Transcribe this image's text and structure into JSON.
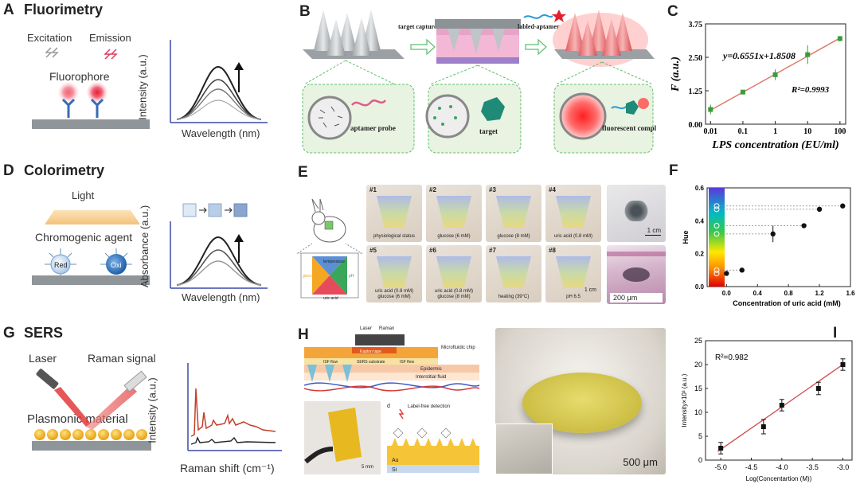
{
  "panels": {
    "A": {
      "letter": "A",
      "title": "Fluorimetry",
      "excitation": "Excitation",
      "emission": "Emission",
      "fluorophore": "Fluorophore",
      "ylabel": "Intensity (a.u.)",
      "xlabel": "Wavelength (nm)"
    },
    "B": {
      "letter": "B",
      "target_capture": "target capture",
      "labeled_aptamer": "labled-aptamer",
      "aptamer_probe": "aptamer probe",
      "target": "target",
      "fluorescent_complex": "fluorescent complex"
    },
    "C": {
      "letter": "C",
      "equation": "y=0.6551x+1.8508",
      "r2": "R²=0.9993",
      "xlabel": "LPS concentration (EU/ml)",
      "ylabel": "F (a.u.)",
      "xticks": [
        "0.01",
        "0.1",
        "1",
        "10",
        "100"
      ],
      "yticks": [
        "0.00",
        "1.25",
        "2.50",
        "3.75"
      ]
    },
    "D": {
      "letter": "D",
      "title": "Colorimetry",
      "light": "Light",
      "agent": "Chromogenic agent",
      "red": "Red",
      "oxi": "Oxi",
      "ylabel": "Absorbance (a.u.)",
      "xlabel": "Wavelength (nm)"
    },
    "E": {
      "letter": "E",
      "diagram": {
        "temperature": "temperature",
        "glucose": "glucose",
        "ph": "pH",
        "uric": "uric acid"
      },
      "tiles": [
        {
          "num": "#1",
          "cap1": "physiological status",
          "cap2": ""
        },
        {
          "num": "#2",
          "cap1": "glucose (6 mM)",
          "cap2": ""
        },
        {
          "num": "#3",
          "cap1": "glucose (8 mM)",
          "cap2": ""
        },
        {
          "num": "#4",
          "cap1": "uric acid (0.8 mM)",
          "cap2": ""
        },
        {
          "num": "#5",
          "cap1": "uric acid (0.8 mM)",
          "cap2": "glucose (6 mM)"
        },
        {
          "num": "#6",
          "cap1": "uric acid (0.8 mM)",
          "cap2": "glucose (8 mM)"
        },
        {
          "num": "#7",
          "cap1": "heating (39°C)",
          "cap2": ""
        },
        {
          "num": "#8",
          "cap1": "pH 6.5",
          "cap2": ""
        }
      ],
      "scale_1cm_a": "1 cm",
      "scale_1cm_b": "1 cm",
      "scale_200um": "200 μm"
    },
    "F": {
      "letter": "F",
      "ylabel": "Hue",
      "xlabel": "Concentration of uric acid (mM)",
      "xticks": [
        "0.0",
        "0.4",
        "0.8",
        "1.2",
        "1.6"
      ],
      "yticks": [
        "0.0",
        "0.2",
        "0.4",
        "0.6"
      ]
    },
    "G": {
      "letter": "G",
      "title": "SERS",
      "laser": "Laser",
      "raman": "Raman signal",
      "material": "Plasmonic material",
      "ylabel": "Intensity (a.u.)",
      "xlabel": "Raman shift (cm⁻¹)"
    },
    "H": {
      "letter": "H",
      "laser": "Laser",
      "raman": "Raman",
      "sample_tape": "Kapton tape",
      "microfluidic": "Microfluidic chip",
      "isf_flow": "ISF flow",
      "sers_substrate": "SERS substrate",
      "epidermis": "Epidermis",
      "interstitial": "Interstitial fluid",
      "d": "d",
      "label_free": "Label-free detection",
      "au": "Au",
      "si": "Si",
      "scale_5mm": "5 mm",
      "scale_500um": "500 μm"
    },
    "I": {
      "letter": "I",
      "r2": "R²=0.982",
      "ylabel": "Intensity×10³ (a.u.)",
      "xlabel": "Log(Concentartion (M))",
      "xticks": [
        "-5.0",
        "-4.5",
        "-4.0",
        "-3.5",
        "-3.0"
      ],
      "yticks": [
        "0",
        "5",
        "10",
        "15",
        "20",
        "25"
      ]
    }
  },
  "chart_data": [
    {
      "type": "scatter",
      "panel": "C",
      "x": [
        0.01,
        0.1,
        1,
        10,
        100
      ],
      "y": [
        0.55,
        1.2,
        1.85,
        2.6,
        3.2
      ],
      "yerr": [
        0.18,
        0.06,
        0.2,
        0.35,
        0.1
      ],
      "scale_x": "log",
      "xlim": [
        0.007,
        150
      ],
      "ylim": [
        0,
        3.75
      ],
      "fit": "y=0.6551x+1.8508",
      "xlabel": "LPS concentration (EU/ml)",
      "ylabel": "F (a.u.)",
      "marker_color": "#3a9c3a",
      "line_color": "#e07a6a"
    },
    {
      "type": "scatter",
      "panel": "F",
      "x": [
        0.0,
        0.2,
        0.6,
        1.0,
        1.2,
        1.5
      ],
      "y": [
        0.08,
        0.1,
        0.32,
        0.37,
        0.47,
        0.49
      ],
      "yerr": [
        0,
        0,
        0.05,
        0,
        0.01,
        0
      ],
      "xlim": [
        -0.25,
        1.6
      ],
      "ylim": [
        0,
        0.6
      ],
      "xlabel": "Concentration of uric acid (mM)",
      "ylabel": "Hue"
    },
    {
      "type": "scatter",
      "panel": "I",
      "x": [
        -5.0,
        -4.3,
        -4.0,
        -3.4,
        -3.0
      ],
      "y": [
        2.5,
        7,
        11.5,
        15,
        20
      ],
      "yerr": [
        1.2,
        1.5,
        1.2,
        1.3,
        1.2
      ],
      "xlim": [
        -5.25,
        -2.85
      ],
      "ylim": [
        0,
        25
      ],
      "r2": "R²=0.982",
      "xlabel": "Log(Concentartion (M))",
      "ylabel": "Intensity×10³ (a.u.)"
    }
  ]
}
